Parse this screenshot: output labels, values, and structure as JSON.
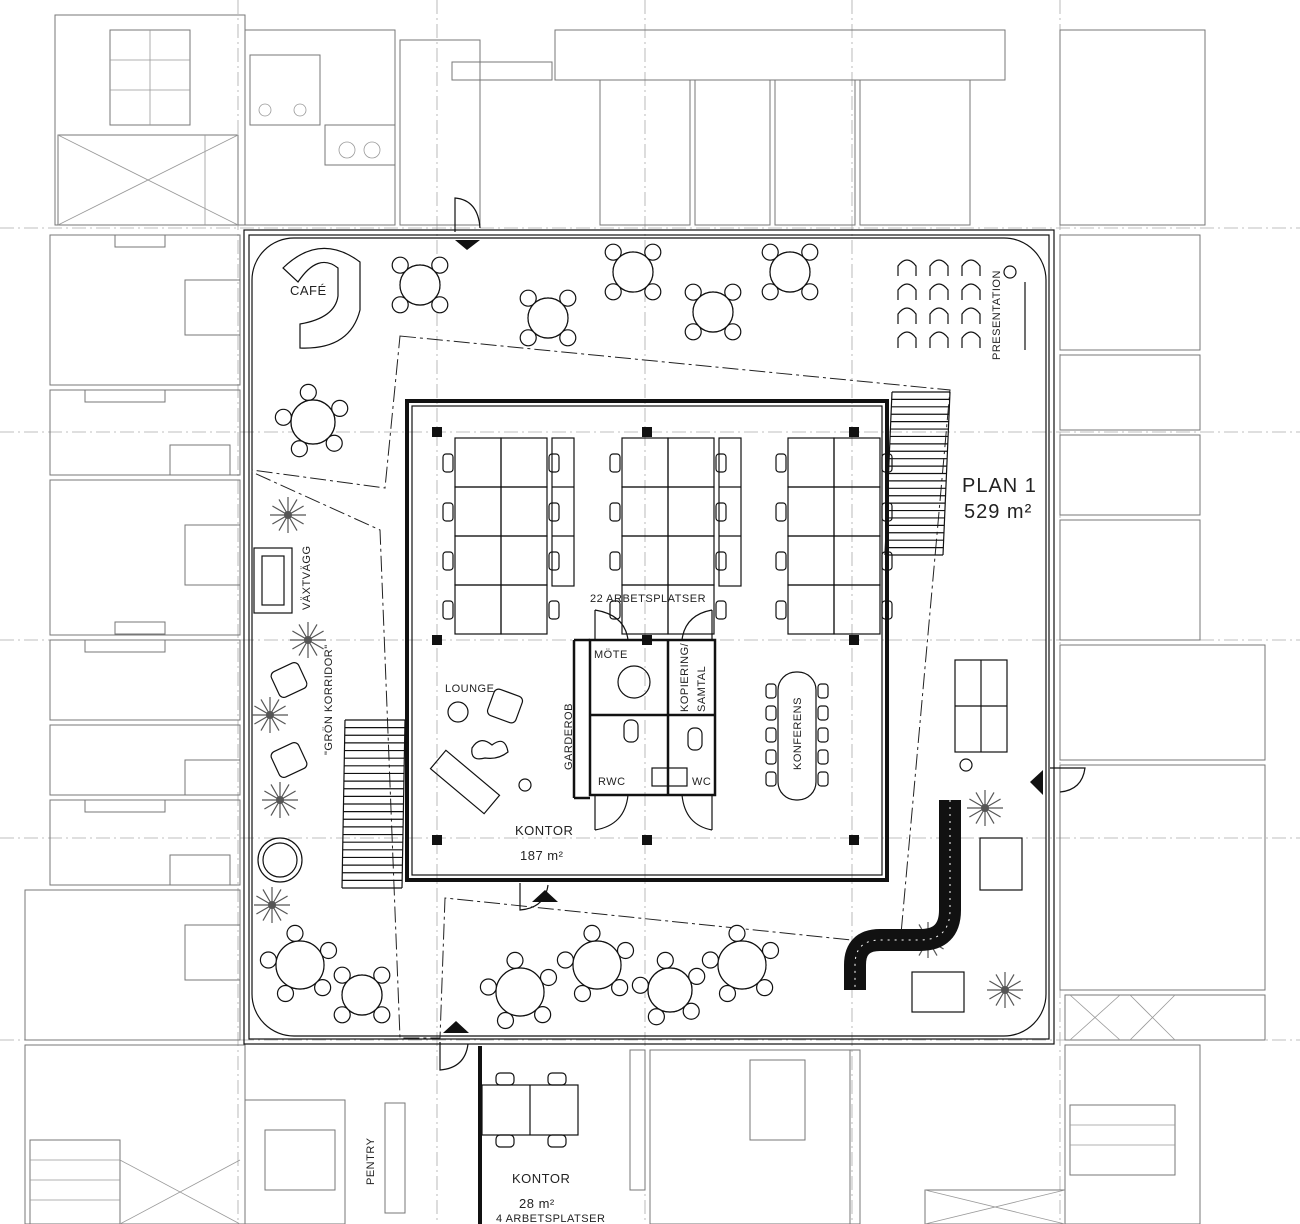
{
  "plan": {
    "title": "PLAN 1",
    "area": "529 m²"
  },
  "labels": {
    "cafe": "CAFÉ",
    "presentation": "PRESENTATION",
    "vaxtvagg": "VÄXTVÄGG",
    "gron_korridor": "\"GRÖN KORRIDOR\"",
    "lounge": "LOUNGE",
    "garderob": "GARDEROB",
    "mote": "MÖTE",
    "kopiering": "KOPIERING/",
    "samtal": "SAMTAL",
    "rwc": "RWC",
    "wc": "WC",
    "konferens": "KONFERENS",
    "arbetsplatser_22": "22 ARBETSPLATSER",
    "kontor_main": "KONTOR",
    "kontor_main_area": "187 m²",
    "pentry": "PENTRY",
    "kontor_small": "KONTOR",
    "kontor_small_area": "28 m²",
    "arbetsplatser_4": "4 ARBETSPLATSER"
  }
}
